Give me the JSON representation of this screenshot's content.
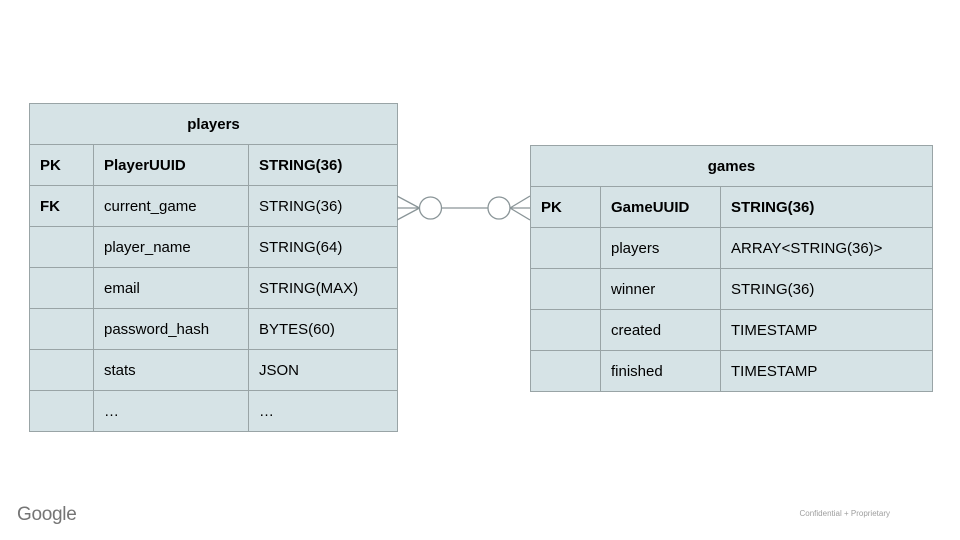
{
  "tables": {
    "players": {
      "title": "players",
      "rows": [
        {
          "key": "PK",
          "name": "PlayerUUID",
          "type": "STRING(36)"
        },
        {
          "key": "FK",
          "name": "current_game",
          "type": "STRING(36)"
        },
        {
          "key": "",
          "name": "player_name",
          "type": "STRING(64)"
        },
        {
          "key": "",
          "name": "email",
          "type": "STRING(MAX)"
        },
        {
          "key": "",
          "name": "password_hash",
          "type": "BYTES(60)"
        },
        {
          "key": "",
          "name": "stats",
          "type": "JSON"
        },
        {
          "key": "",
          "name": "…",
          "type": "…"
        }
      ]
    },
    "games": {
      "title": "games",
      "rows": [
        {
          "key": "PK",
          "name": "GameUUID",
          "type": "STRING(36)"
        },
        {
          "key": "",
          "name": "players",
          "type": "ARRAY<STRING(36)>"
        },
        {
          "key": "",
          "name": "winner",
          "type": "STRING(36)"
        },
        {
          "key": "",
          "name": "created",
          "type": "TIMESTAMP"
        },
        {
          "key": "",
          "name": "finished",
          "type": "TIMESTAMP"
        }
      ]
    }
  },
  "relationship": {
    "from_table": "players",
    "from_row": "current_game",
    "to_table": "games",
    "to_row": "GameUUID",
    "left_end": "zero-or-many (circle + crow's foot)",
    "right_end": "zero-or-many (circle + crow's foot)"
  },
  "footer": {
    "logo_text": "Google",
    "classification": "Confidential + Proprietary"
  },
  "colors": {
    "fill": "#d6e3e6",
    "border": "#99a4a6",
    "connector": "#8a9598",
    "text": "#000000",
    "logo": "#757575",
    "footnote": "#9e9e9e",
    "bg": "#ffffff"
  }
}
